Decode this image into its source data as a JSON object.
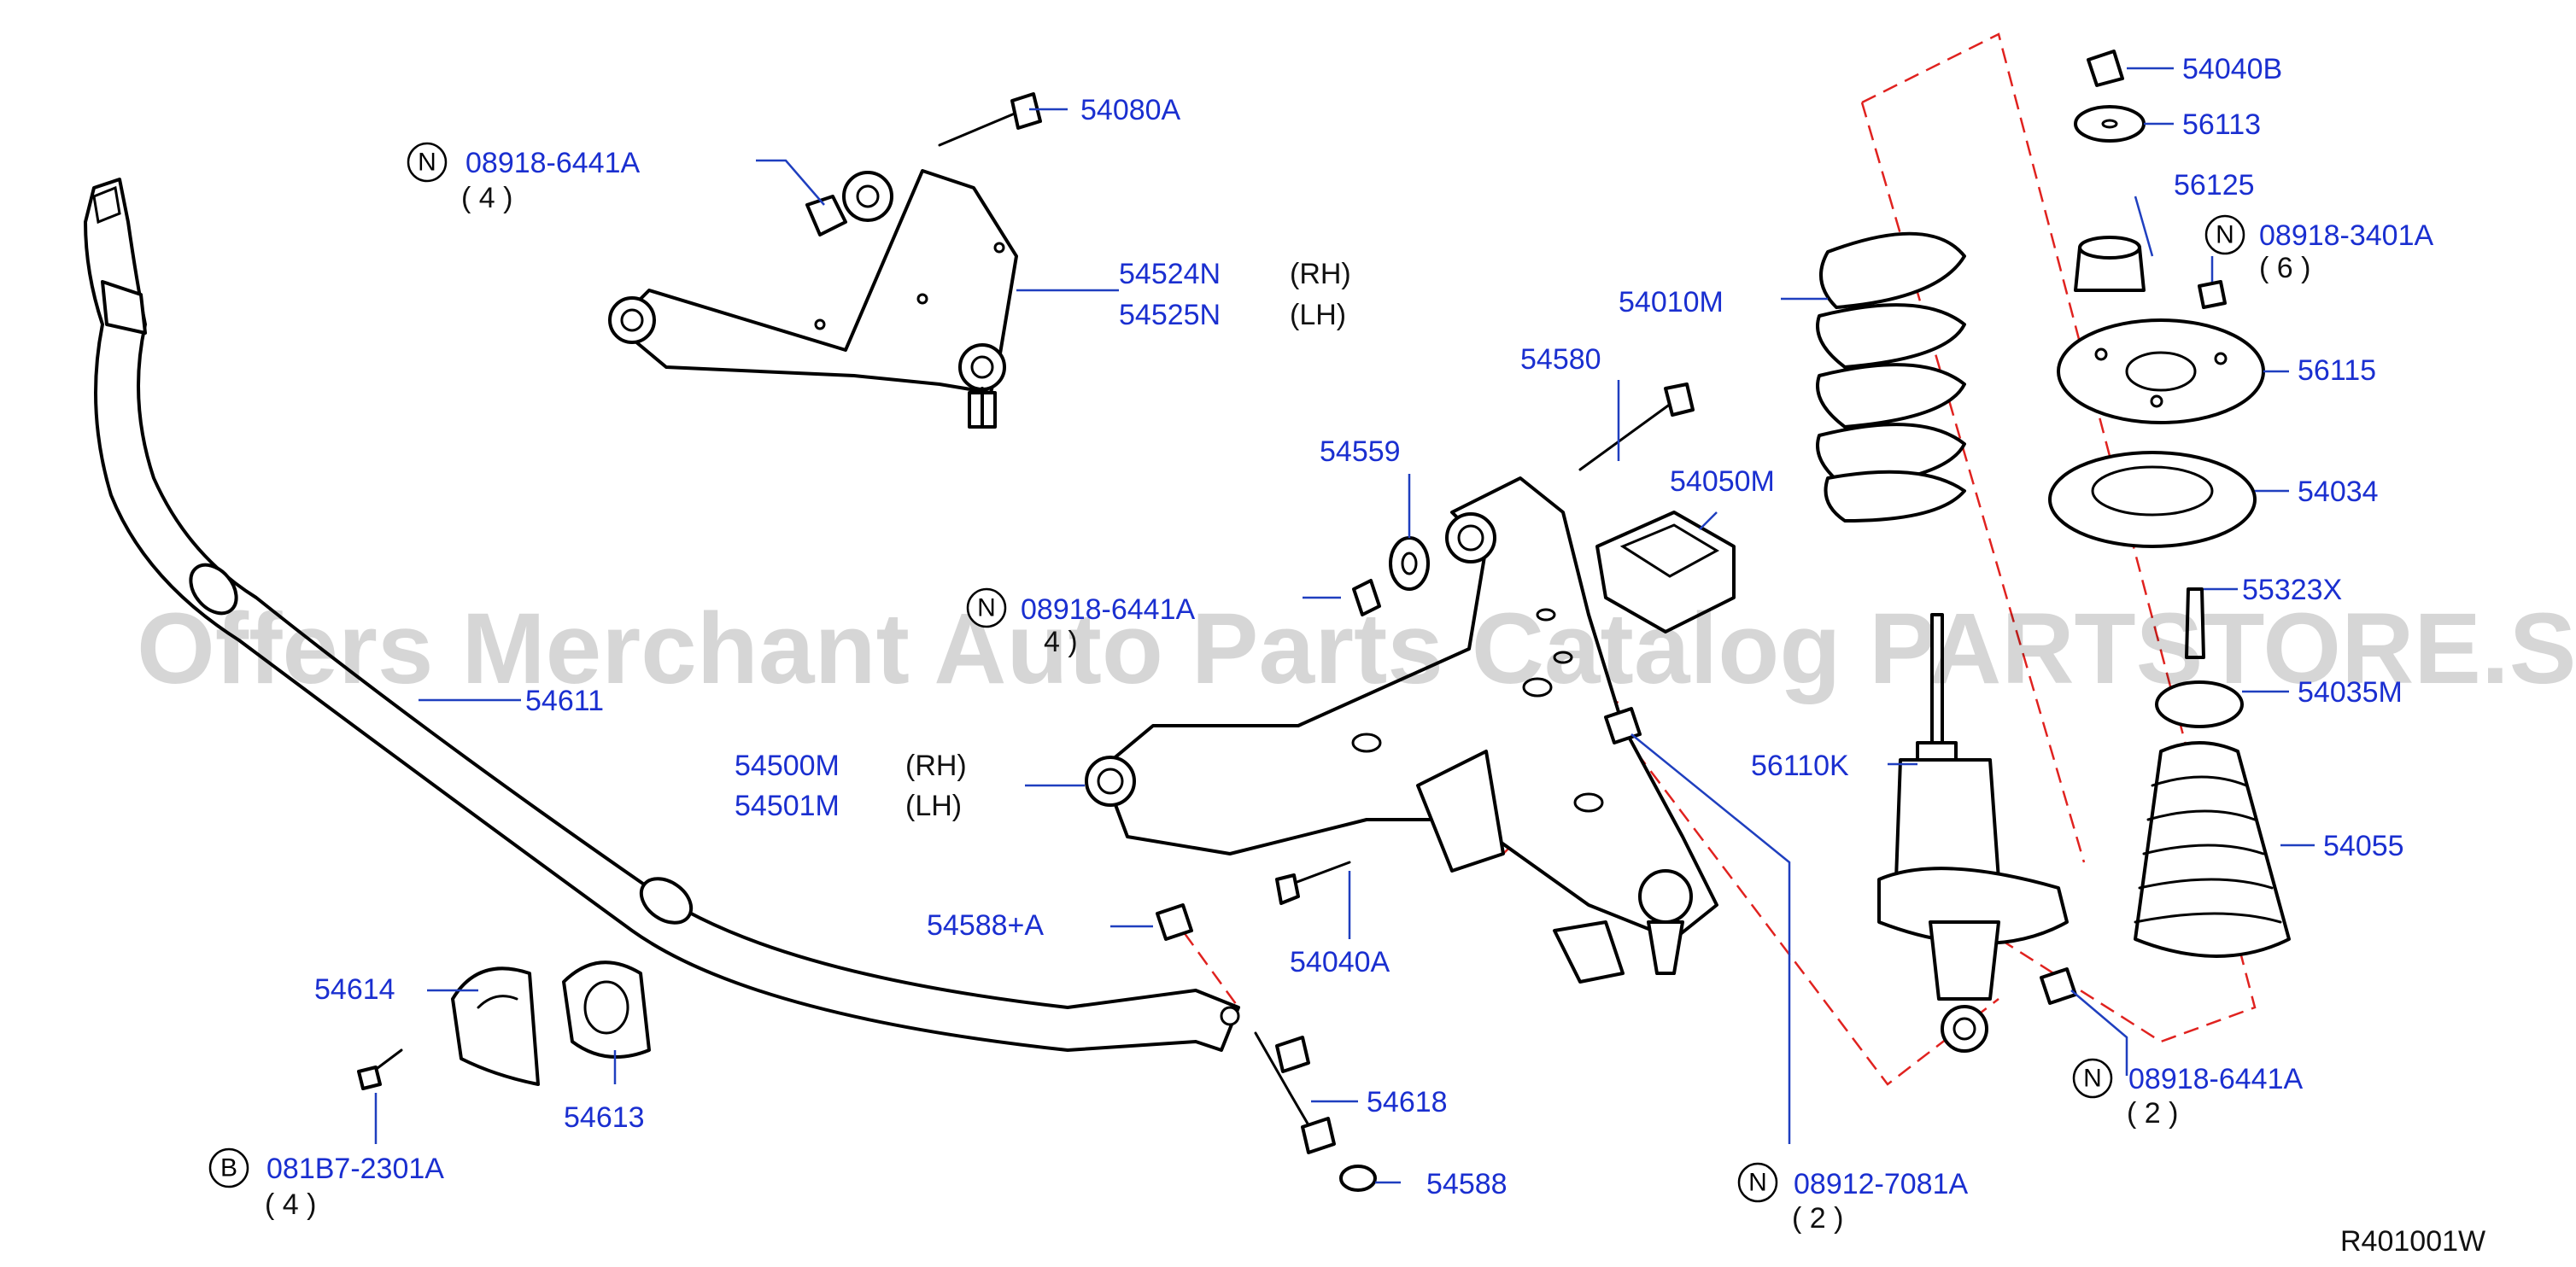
{
  "watermark": "Offers Merchant Auto Parts Catalog PARTSTORE.SA",
  "diagram_code": "R401001W",
  "labels": {
    "p54080A": "54080A",
    "p08918_6441A_top": "08918-6441A",
    "qty_top": "( 4 )",
    "p54524N": "54524N",
    "p54525N": "54525N",
    "rh": "(RH)",
    "lh": "(LH)",
    "p54559": "54559",
    "p54580": "54580",
    "p54050M": "54050M",
    "p08918_6441A_mid": "08918-6441A",
    "qty_mid": "4 )",
    "p54611": "54611",
    "p54500M": "54500M",
    "p54501M": "54501M",
    "p54588A": "54588+A",
    "p54040A": "54040A",
    "p54614": "54614",
    "p54613": "54613",
    "p081B7_2301A": "081B7-2301A",
    "qty_bolt": "( 4 )",
    "p54618": "54618",
    "p54588": "54588",
    "p08912_7081A": "08912-7081A",
    "qty_08912": "( 2 )",
    "p54010M": "54010M",
    "p56110K": "56110K",
    "p54040B": "54040B",
    "p56113": "56113",
    "p56125": "56125",
    "p08918_3401A": "08918-3401A",
    "qty_3401": "( 6 )",
    "p56115": "56115",
    "p54034": "54034",
    "p55323X": "55323X",
    "p54035M": "54035M",
    "p54055": "54055",
    "p08918_6441A_low": "08918-6441A",
    "qty_low": "( 2 )"
  },
  "markers": {
    "n": "N",
    "b": "B"
  }
}
